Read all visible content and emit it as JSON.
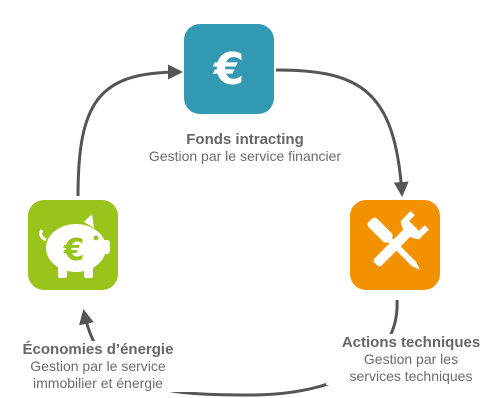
{
  "nodes": {
    "fonds": {
      "title": "Fonds intracting",
      "subtitle": "Gestion par le service financier",
      "symbol": "€",
      "color": "#3399b2",
      "icon": "euro-icon"
    },
    "actions": {
      "title": "Actions techniques",
      "subtitle_line1": "Gestion par les",
      "subtitle_line2": "services techniques",
      "color": "#f39200",
      "icon": "wrench-screwdriver-icon"
    },
    "economies": {
      "title": "Économies d’énergie",
      "subtitle_line1": "Gestion par le service",
      "subtitle_line2": "immobilier et énergie",
      "symbol": "€",
      "color": "#9ac31c",
      "icon": "piggy-bank-icon"
    }
  },
  "arrow_color": "#555555"
}
